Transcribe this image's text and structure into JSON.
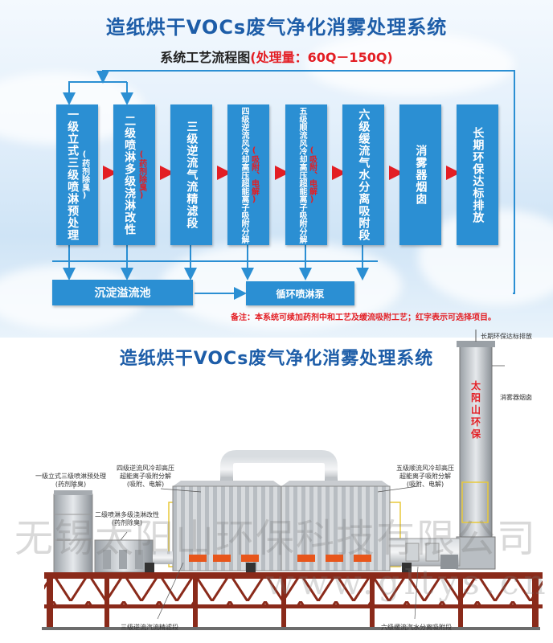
{
  "header": {
    "title": "造纸烘干VOCs废气净化消雾处理系统",
    "subtitle_main": "系统工艺流程图",
    "subtitle_red": "(处理量：60Q－150Q)"
  },
  "flow": {
    "step1": {
      "text": "一级立式三级喷淋预处理",
      "note": "(药剂除臭)"
    },
    "step2": {
      "text": "二级喷淋多级浇淋改性",
      "note": "(药剂除臭)"
    },
    "step3": {
      "text": "三级逆流气流精滤段"
    },
    "step4": {
      "text": "四级逆流风冷却高压超能离子吸附分解",
      "note": "(吸附、电解)"
    },
    "step5": {
      "text": "五级顺流风冷却高压超能离子吸附分解",
      "note": "(吸附、电解)"
    },
    "step6": {
      "text": "六级缓流气水分离吸附段"
    },
    "step7": {
      "text": "消雾器烟囱"
    },
    "step8": {
      "text": "长期环保达标排放"
    },
    "pool": "沉淀溢流池",
    "pump": "循环喷淋泵",
    "remark": "备注：本系统可续加药剂中和工艺及缓流吸附工艺；红字表示可选择项目。"
  },
  "equipment": {
    "title": "造纸烘干VOCs废气净化消雾处理系统",
    "chimney_sign": "太阳山环保",
    "label_exhaust": "长期环保达标排放",
    "label_chimney": "消雾器烟囱",
    "label_step1": "一级立式三级喷淋预处理",
    "label_step1_note": "(药剂除臭)",
    "label_step2": "二级喷淋多级浇淋改性",
    "label_step2_note": "(药剂除臭)",
    "label_step4": "四级逆流风冷却高压",
    "label_step4_b": "超能离子吸附分解",
    "label_step4_note": "(吸附、电解)",
    "label_step5": "五级顺流风冷却高压",
    "label_step5_b": "超能离子吸附分解",
    "label_step5_note": "(吸附、电解)",
    "label_step3": "三级逆流汽流精滤段",
    "label_step6": "六级缓流汽水分离吸附段"
  },
  "watermark": {
    "company": "无锡太阳山环保科技有限公司",
    "site": "www.gltys.cn"
  },
  "colors": {
    "box_blue": "#2b8fd3",
    "title_blue": "#1d5da8",
    "accent_red": "#e31e24",
    "steel_red": "#8a2a1a"
  }
}
